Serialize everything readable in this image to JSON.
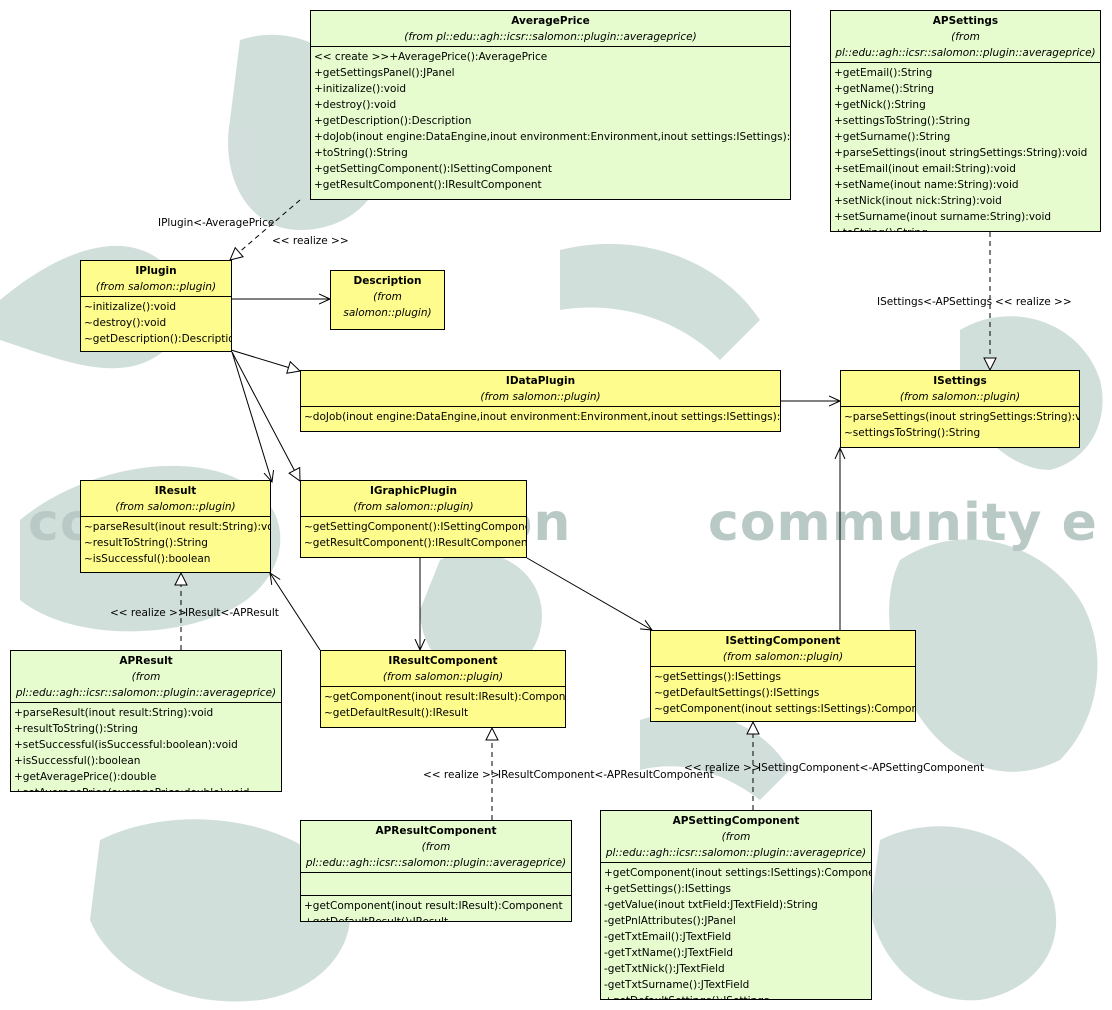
{
  "watermark": [
    "co",
    "tion",
    "community e"
  ],
  "classes": {
    "averageprice": {
      "name": "AveragePrice",
      "from": "(from pl::edu::agh::icsr::salomon::plugin::averageprice)",
      "members": [
        "<< create >>+AveragePrice():AveragePrice",
        "+getSettingsPanel():JPanel",
        "+initizalize():void",
        "+destroy():void",
        "+getDescription():Description",
        "+doJob(inout engine:DataEngine,inout environment:Environment,inout settings:ISettings):IResult",
        "+toString():String",
        "+getSettingComponent():ISettingComponent",
        "+getResultComponent():IResultComponent"
      ]
    },
    "apsettings": {
      "name": "APSettings",
      "from": "(from pl::edu::agh::icsr::salomon::plugin::averageprice)",
      "members": [
        "+getEmail():String",
        "+getName():String",
        "+getNick():String",
        "+settingsToString():String",
        "+getSurname():String",
        "+parseSettings(inout stringSettings:String):void",
        "+setEmail(inout email:String):void",
        "+setName(inout name:String):void",
        "+setNick(inout nick:String):void",
        "+setSurname(inout surname:String):void",
        "+toString():String"
      ]
    },
    "iplugin": {
      "name": "IPlugin",
      "from": "(from salomon::plugin)",
      "members": [
        "~initizalize():void",
        "~destroy():void",
        "~getDescription():Description"
      ]
    },
    "description": {
      "name": "Description",
      "from": "(from salomon::plugin)",
      "members": []
    },
    "idataplugin": {
      "name": "IDataPlugin",
      "from": "(from salomon::plugin)",
      "members": [
        "~doJob(inout engine:DataEngine,inout environment:Environment,inout settings:ISettings):IResult"
      ]
    },
    "isettings": {
      "name": "ISettings",
      "from": "(from salomon::plugin)",
      "members": [
        "~parseSettings(inout stringSettings:String):void",
        "~settingsToString():String"
      ]
    },
    "iresult": {
      "name": "IResult",
      "from": "(from salomon::plugin)",
      "members": [
        "~parseResult(inout result:String):void",
        "~resultToString():String",
        "~isSuccessful():boolean"
      ]
    },
    "igraphicplugin": {
      "name": "IGraphicPlugin",
      "from": "(from salomon::plugin)",
      "members": [
        "~getSettingComponent():ISettingComponent",
        "~getResultComponent():IResultComponent"
      ]
    },
    "apresult": {
      "name": "APResult",
      "from": "(from pl::edu::agh::icsr::salomon::plugin::averageprice)",
      "members": [
        "+parseResult(inout result:String):void",
        "+resultToString():String",
        "+setSuccessful(isSuccessful:boolean):void",
        "+isSuccessful():boolean",
        "+getAveragePrice():double",
        "+setAveragePrice(averagePrice:double):void"
      ]
    },
    "iresultcomponent": {
      "name": "IResultComponent",
      "from": "(from salomon::plugin)",
      "members": [
        "~getComponent(inout result:IResult):Component",
        "~getDefaultResult():IResult"
      ]
    },
    "isettingcomponent": {
      "name": "ISettingComponent",
      "from": "(from salomon::plugin)",
      "members": [
        "~getSettings():ISettings",
        "~getDefaultSettings():ISettings",
        "~getComponent(inout settings:ISettings):Component"
      ]
    },
    "apresultcomponent": {
      "name": "APResultComponent",
      "from": "(from pl::edu::agh::icsr::salomon::plugin::averageprice)",
      "members": [
        "+getComponent(inout result:IResult):Component",
        "+getDefaultResult():IResult"
      ]
    },
    "apsettingcomponent": {
      "name": "APSettingComponent",
      "from": "(from pl::edu::agh::icsr::salomon::plugin::averageprice)",
      "members": [
        "+getComponent(inout settings:ISettings):Component",
        "+getSettings():ISettings",
        "-getValue(inout txtField:JTextField):String",
        "-getPnlAttributes():JPanel",
        "-getTxtEmail():JTextField",
        "-getTxtName():JTextField",
        "-getTxtNick():JTextField",
        "-getTxtSurname():JTextField",
        "+getDefaultSettings():ISettings"
      ]
    }
  },
  "edge_labels": {
    "iplugin_averageprice": "IPlugin<-AveragePrice",
    "realize_1": "<< realize >>",
    "isettings_apsettings": "ISettings<-APSettings",
    "realize_2": "<< realize >>",
    "realize_3": "<< realize >>",
    "iresult_apresult": "IResult<-APResult",
    "realize_4": "<< realize >>",
    "iresultcomponent_apresultcomponent": "IResultComponent<-APResultComponent",
    "realize_5": "<< realize >>",
    "isettingcomponent_apsettingcomponent": "ISettingComponent<-APSettingComponent"
  }
}
